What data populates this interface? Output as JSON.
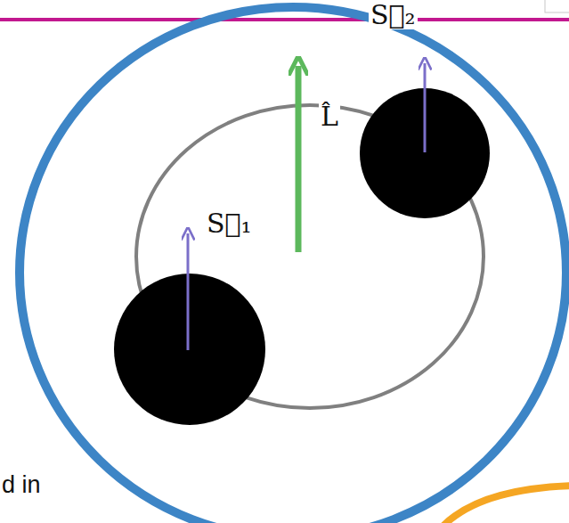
{
  "diagram": {
    "labels": [
      "S⃗₂",
      "L̂",
      "S⃗₁",
      "d in"
    ]
  }
}
